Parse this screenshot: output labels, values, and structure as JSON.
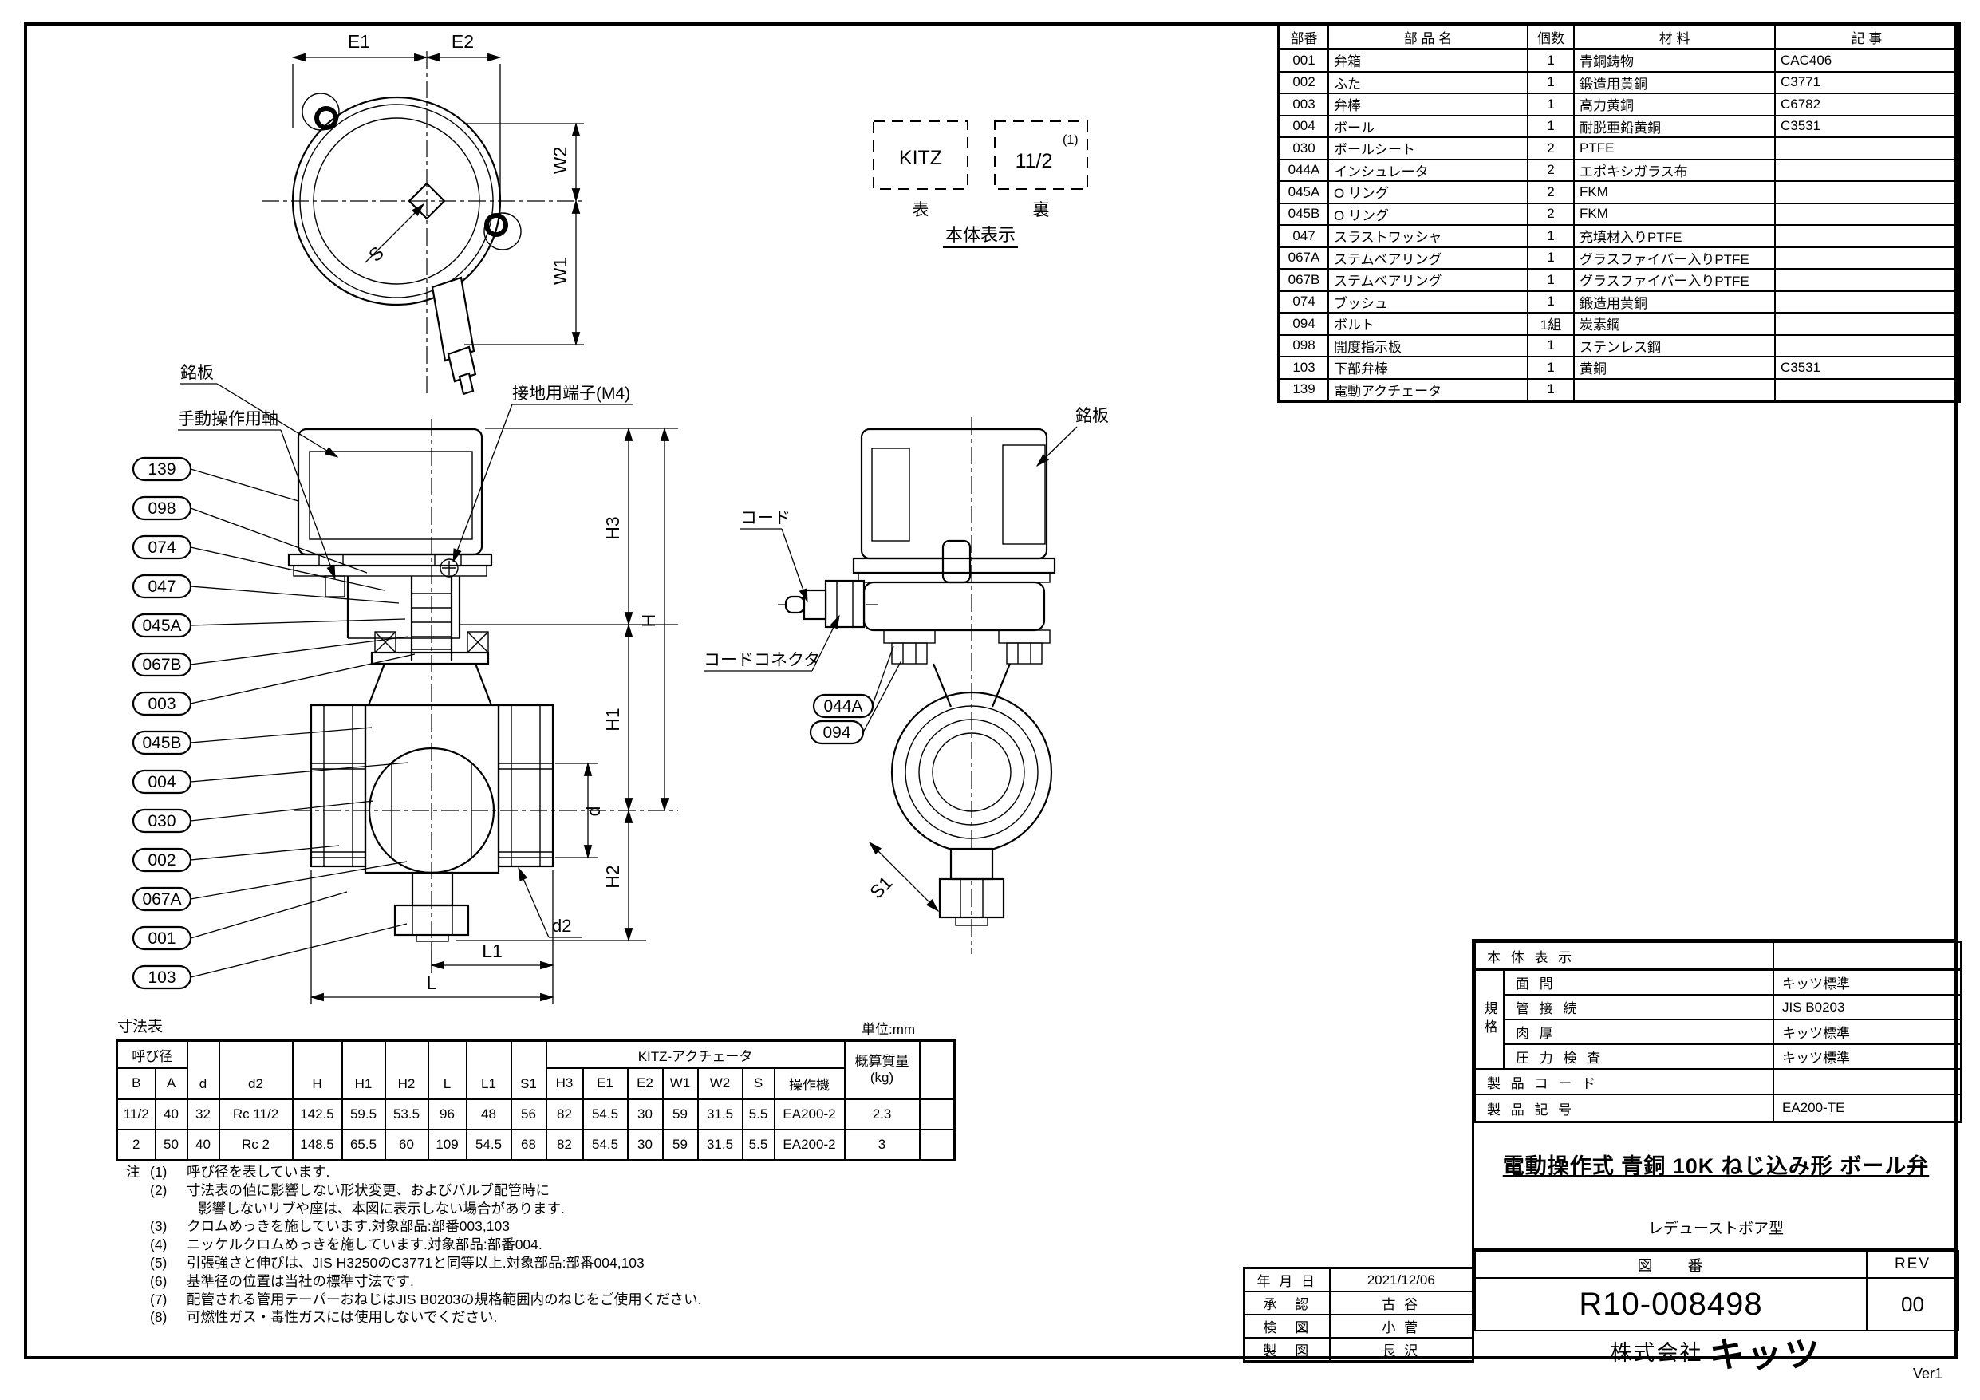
{
  "sheet": {
    "version": "Ver1"
  },
  "parts_table": {
    "headers": {
      "no": "部番",
      "name": "部 品 名",
      "qty": "個数",
      "material": "材  料",
      "remark": "記  事"
    },
    "rows": [
      {
        "no": "001",
        "name": "弁箱",
        "qty": "1",
        "material": "青銅鋳物",
        "remark": "CAC406"
      },
      {
        "no": "002",
        "name": "ふた",
        "qty": "1",
        "material": "鍛造用黄銅",
        "remark": "C3771"
      },
      {
        "no": "003",
        "name": "弁棒",
        "qty": "1",
        "material": "高力黄銅",
        "remark": "C6782"
      },
      {
        "no": "004",
        "name": "ボール",
        "qty": "1",
        "material": "耐脱亜鉛黄銅",
        "remark": "C3531"
      },
      {
        "no": "030",
        "name": "ボールシート",
        "qty": "2",
        "material": "PTFE",
        "remark": ""
      },
      {
        "no": "044A",
        "name": "インシュレータ",
        "qty": "2",
        "material": "エポキシガラス布",
        "remark": ""
      },
      {
        "no": "045A",
        "name": "O リング",
        "qty": "2",
        "material": "FKM",
        "remark": ""
      },
      {
        "no": "045B",
        "name": "O リング",
        "qty": "2",
        "material": "FKM",
        "remark": ""
      },
      {
        "no": "047",
        "name": "スラストワッシャ",
        "qty": "1",
        "material": "充填材入りPTFE",
        "remark": ""
      },
      {
        "no": "067A",
        "name": "ステムベアリング",
        "qty": "1",
        "material": "グラスファイバー入りPTFE",
        "remark": ""
      },
      {
        "no": "067B",
        "name": "ステムベアリング",
        "qty": "1",
        "material": "グラスファイバー入りPTFE",
        "remark": ""
      },
      {
        "no": "074",
        "name": "ブッシュ",
        "qty": "1",
        "material": "鍛造用黄銅",
        "remark": ""
      },
      {
        "no": "094",
        "name": "ボルト",
        "qty": "1組",
        "material": "炭素鋼",
        "remark": ""
      },
      {
        "no": "098",
        "name": "開度指示板",
        "qty": "1",
        "material": "ステンレス鋼",
        "remark": ""
      },
      {
        "no": "103",
        "name": "下部弁棒",
        "qty": "1",
        "material": "黄銅",
        "remark": "C3531"
      },
      {
        "no": "139",
        "name": "電動アクチェータ",
        "qty": "1",
        "material": "",
        "remark": ""
      }
    ]
  },
  "marking": {
    "front_box": "KITZ",
    "back_box": "11/2",
    "back_sup": "(1)",
    "front_caption": "表",
    "back_caption": "裏",
    "title": "本体表示"
  },
  "drawing": {
    "labels": {
      "nameplate_front": "銘板",
      "manual_shaft": "手動操作用軸",
      "ground_terminal": "接地用端子(M4)",
      "cord": "コード",
      "cord_connector": "コードコネクタ",
      "nameplate_side": "銘板"
    },
    "balloons_front": [
      "139",
      "098",
      "074",
      "047",
      "045A",
      "067B",
      "003",
      "045B",
      "004",
      "030",
      "002",
      "067A",
      "001",
      "103"
    ],
    "balloons_side": [
      "044A",
      "094"
    ],
    "dims": {
      "e1": "E1",
      "e2": "E2",
      "s": "S",
      "w2": "W2",
      "w1": "W1",
      "h3": "H3",
      "h": "H",
      "h1": "H1",
      "h2": "H2",
      "d": "d",
      "d2": "d2",
      "l1": "L1",
      "l": "L",
      "s1": "S1"
    }
  },
  "dim_table": {
    "title": "寸法表",
    "unit": "単位:mm",
    "bore_group": "呼び径",
    "kitz_group": "KITZ-アクチェータ",
    "cols": {
      "b": "B",
      "a": "A",
      "d": "d",
      "d2": "d2",
      "h": "H",
      "h1": "H1",
      "h2": "H2",
      "l": "L",
      "l1": "L1",
      "s1": "S1",
      "h3": "H3",
      "e1": "E1",
      "e2": "E2",
      "w1": "W1",
      "w2": "W2",
      "s": "S",
      "op": "操作機",
      "mass": "概算質量",
      "mass_unit": "(kg)"
    },
    "rows": [
      [
        "11/2",
        "40",
        "32",
        "Rc 11/2",
        "142.5",
        "59.5",
        "53.5",
        "96",
        "48",
        "56",
        "82",
        "54.5",
        "30",
        "59",
        "31.5",
        "5.5",
        "EA200-2",
        "2.3"
      ],
      [
        "2",
        "50",
        "40",
        "Rc 2",
        "148.5",
        "65.5",
        "60",
        "109",
        "54.5",
        "68",
        "82",
        "54.5",
        "30",
        "59",
        "31.5",
        "5.5",
        "EA200-2",
        "3"
      ]
    ]
  },
  "notes": {
    "prefix": "注",
    "items": [
      {
        "num": "(1)",
        "text": "呼び径を表しています."
      },
      {
        "num": "(2)",
        "text": "寸法表の値に影響しない形状変更、およびバルブ配管時に"
      },
      {
        "num": "",
        "text": "影響しないリブや座は、本図に表示しない場合があります."
      },
      {
        "num": "(3)",
        "text": "クロムめっきを施しています.対象部品:部番003,103"
      },
      {
        "num": "(4)",
        "text": "ニッケルクロムめっきを施しています.対象部品:部番004."
      },
      {
        "num": "(5)",
        "text": "引張強さと伸びは、JIS H3250のC3771と同等以上.対象部品:部番004,103"
      },
      {
        "num": "(6)",
        "text": "基準径の位置は当社の標準寸法です."
      },
      {
        "num": "(7)",
        "text": "配管される管用テーパーおねじはJIS B0203の規格範囲内のねじをご使用ください."
      },
      {
        "num": "(8)",
        "text": "可燃性ガス・毒性ガスには使用しないでください."
      }
    ]
  },
  "title_block": {
    "body_marking": "本 体 表 示",
    "spec_group": "規格",
    "spec_rows": [
      {
        "label": "面 間",
        "value": "キッツ標準"
      },
      {
        "label": "管 接 続",
        "value": "JIS  B0203"
      },
      {
        "label": "肉 厚",
        "value": "キッツ標準"
      },
      {
        "label": "圧 力 検 査",
        "value": "キッツ標準"
      }
    ],
    "product_code_label": "製 品 コ ー ド",
    "product_code_value": "",
    "product_symbol_label": "製 品 記 号",
    "product_symbol_value": "EA200-TE",
    "title": "電動操作式 青銅 10K ねじ込み形 ボール弁",
    "subtitle": "レデューストボア型",
    "zuban_label": "図　　番",
    "rev_label": "REV",
    "drawing_no": "R10-008498",
    "rev": "00",
    "approvals": [
      {
        "label": "年 月 日",
        "value": "2021/12/06"
      },
      {
        "label": "承　認",
        "value": "古 谷"
      },
      {
        "label": "検　図",
        "value": "小 菅"
      },
      {
        "label": "製　図",
        "value": "長 沢"
      }
    ],
    "company_prefix": "株式会社",
    "company_name": "キッツ"
  }
}
